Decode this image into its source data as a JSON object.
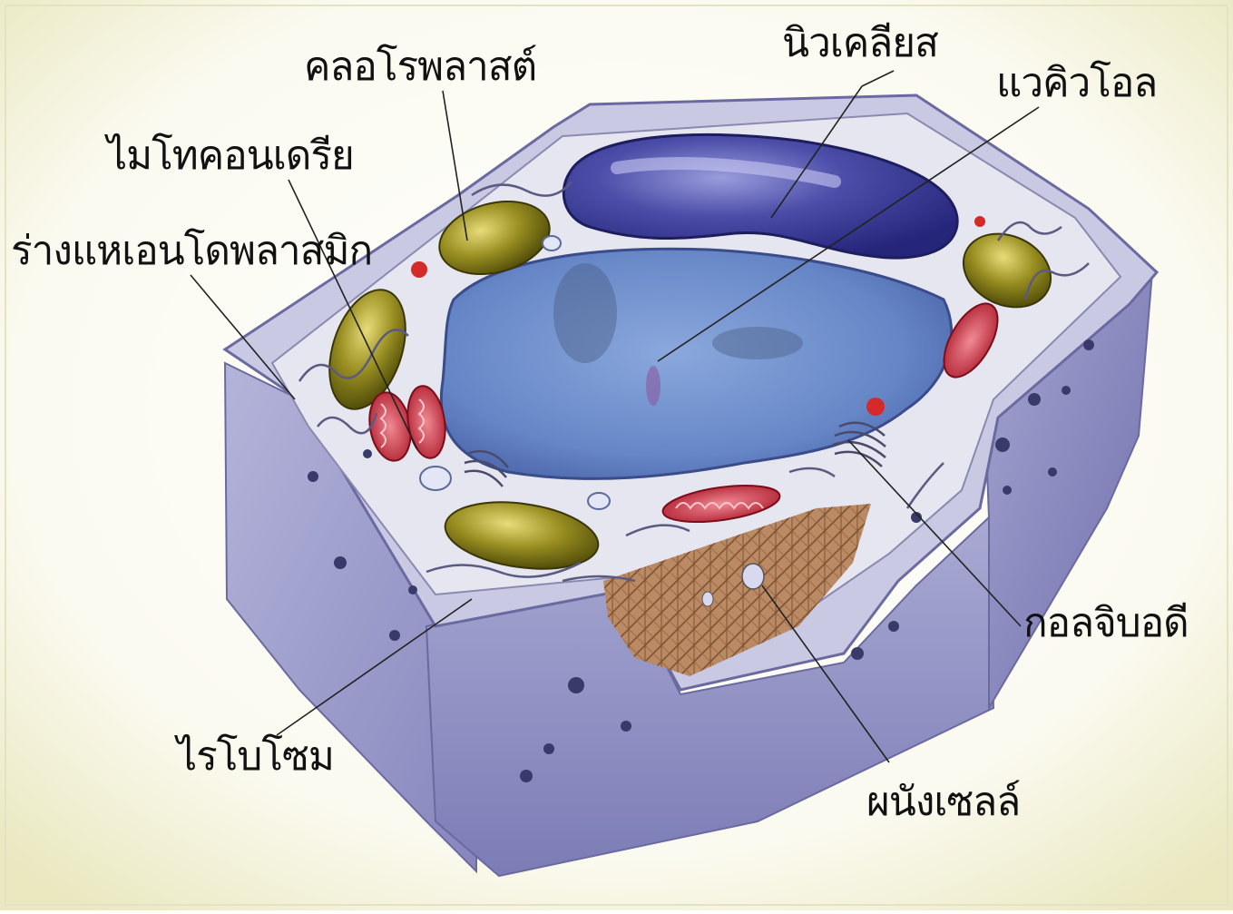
{
  "diagram": {
    "labels": {
      "chloroplast": "คลอโรพลาสต์",
      "nucleus": "นิวเคลียส",
      "vacuole": "แวคิวโอล",
      "mitochondria": "ไมโทคอนเดรีย",
      "endoplasmic_reticulum": "ร่างแหเอนโดพลาสมิก",
      "golgi_body": "กอลจิบอดี",
      "ribosome": "ไรโบโซม",
      "cell_wall": "ผนังเซลล์"
    },
    "colors": {
      "background": "#f6f4dc",
      "cell_wall": "#9696c6",
      "cytoplasm": "#e6e6f0",
      "nucleus": "#3b3c9a",
      "vacuole": "#6f8fcf",
      "chloroplast": "#7a7414",
      "mitochondria": "#c22a3a",
      "cellulose_fibers": "#8a5a3a"
    }
  }
}
